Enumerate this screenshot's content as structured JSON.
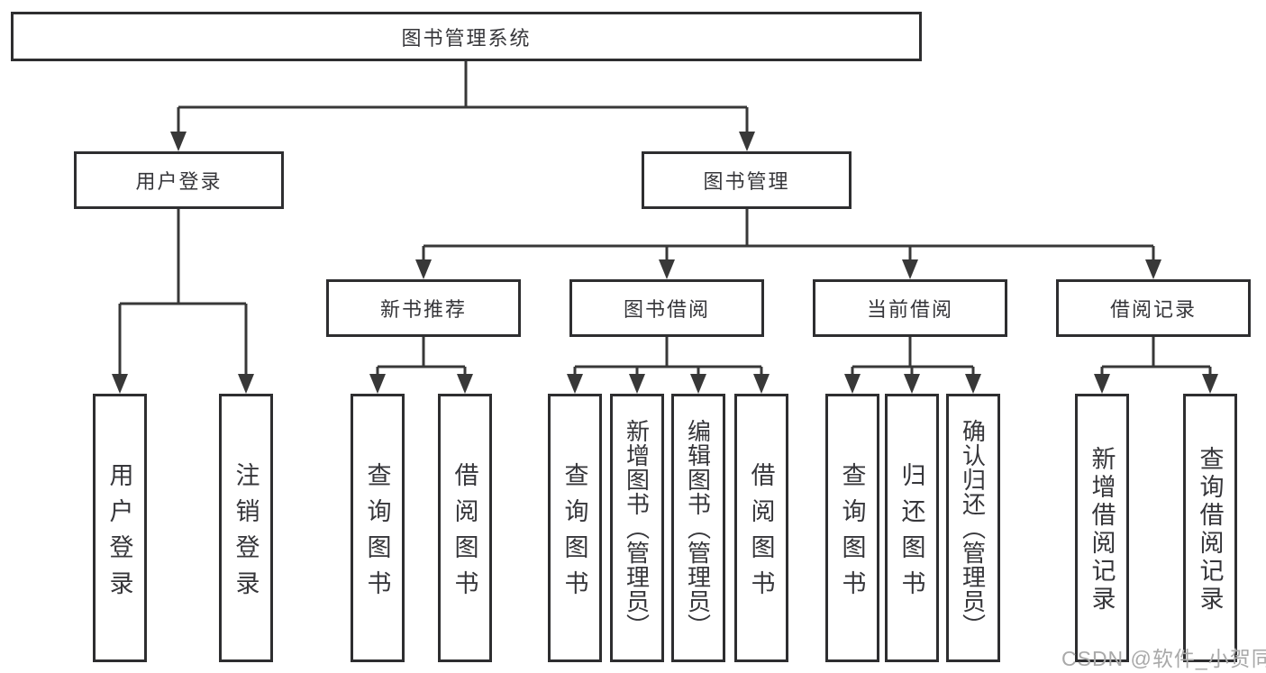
{
  "diagram": {
    "root": {
      "label": "图书管理系统"
    },
    "level2": [
      {
        "label": "用户登录"
      },
      {
        "label": "图书管理"
      }
    ],
    "level3": [
      {
        "label": "新书推荐"
      },
      {
        "label": "图书借阅"
      },
      {
        "label": "当前借阅"
      },
      {
        "label": "借阅记录"
      }
    ],
    "leaves": {
      "login": [
        "用户登录",
        "注销登录"
      ],
      "recommend": [
        "查询图书",
        "借阅图书"
      ],
      "borrow": [
        "查询图书",
        "新增图书（管理员）",
        "编辑图书（管理员）",
        "借阅图书"
      ],
      "current": [
        "查询图书",
        "归还图书",
        "确认归还（管理员）"
      ],
      "records": [
        "新增借阅记录",
        "查询借阅记录"
      ]
    }
  },
  "watermark": {
    "text": "CSDN @软件_小贺同学"
  },
  "colors": {
    "line": "#383838",
    "box_border": "#2e2e30",
    "text": "#36363a",
    "watermark": "#a9a9a9",
    "background": "#ffffff"
  }
}
